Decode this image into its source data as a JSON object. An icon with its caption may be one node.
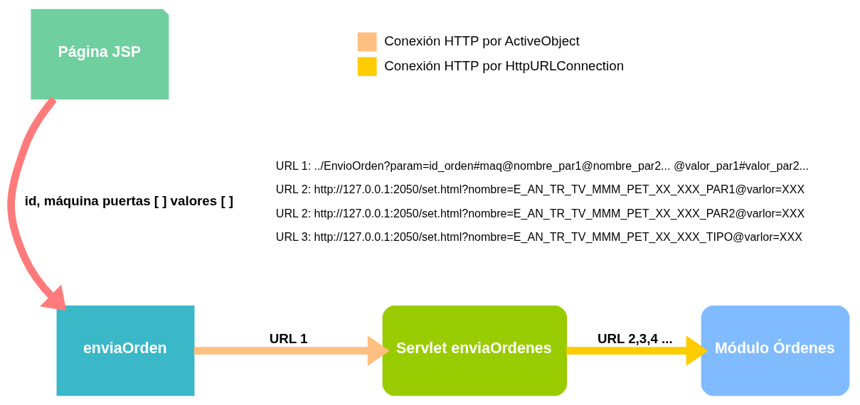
{
  "diagram": {
    "nodes": [
      {
        "text": [
          "Página JSP"
        ]
      },
      {
        "text": [
          "enviaOrden"
        ]
      },
      {
        "text": [
          "Servlet enviaOrdenes"
        ]
      },
      {
        "text": [
          "Módulo Órdenes"
        ]
      }
    ],
    "edges": [
      {
        "from": 0,
        "to": 1,
        "arrow": "to",
        "label": "id, máquina puertas [ ] valores [ ]",
        "color": "#ff7b7b"
      },
      {
        "from": 1,
        "to": 2,
        "arrow": "to",
        "label": "URL 1",
        "color": "#ffbf80"
      },
      {
        "from": 2,
        "to": 3,
        "arrow": "to",
        "label": "URL 2,3,4 ...",
        "color": "#ffcc00"
      }
    ],
    "labels": [
      "URL 1: ../EnvioOrden?param=id_orden#maq@nombre_par1@nombre_par2... @valor_par1#valor_par2...",
      "URL 2: http://127.0.0.1:2050/set.html?nombre=E_AN_TR_TV_MMM_PET_XX_XXX_PAR1@varlor=XXX",
      "URL 2: http://127.0.0.1:2050/set.html?nombre=E_AN_TR_TV_MMM_PET_XX_XXX_PAR2@varlor=XXX",
      "URL 3: http://127.0.0.1:2050/set.html?nombre=E_AN_TR_TV_MMM_PET_XX_XXX_TIPO@varlor=XXX"
    ],
    "legend": [
      {
        "text": "Conexión HTTP por ActiveObject",
        "color": "#ffbf80"
      },
      {
        "text": "Conexión HTTP por HttpURLConnection",
        "color": "#ffcc00"
      }
    ]
  }
}
